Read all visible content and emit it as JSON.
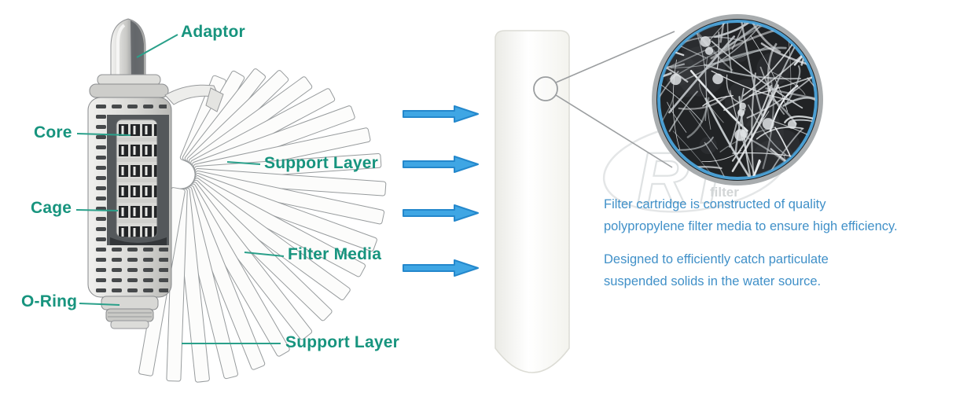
{
  "diagram": {
    "labels": {
      "adaptor": "Adaptor",
      "core": "Core",
      "cage": "Cage",
      "o_ring": "O-Ring",
      "support_layer_top": "Support Layer",
      "filter_media": "Filter Media",
      "support_layer_bottom": "Support Layer"
    }
  },
  "description": {
    "p1_line1": "Filter cartridge is constructed of quality",
    "p1_line2": "polypropylene filter media to ensure high efficiency.",
    "p2_line1": "Designed to efficiently catch particulate",
    "p2_line2": "suspended solids in the water source."
  },
  "watermark": {
    "brand": "RT",
    "sub": "filter"
  },
  "icons": {
    "flow_arrow": "right-arrow",
    "magnifier": "zoom-callout-circle"
  },
  "colors": {
    "label_teal": "#17947e",
    "leader_teal": "#2aa08a",
    "arrow_blue": "#3fa6e4",
    "arrow_border_blue": "#2488cc",
    "text_blue": "#4090c8",
    "inset_ring_gray": "#a8acae",
    "inset_ring_blue": "#4a9ed2"
  }
}
